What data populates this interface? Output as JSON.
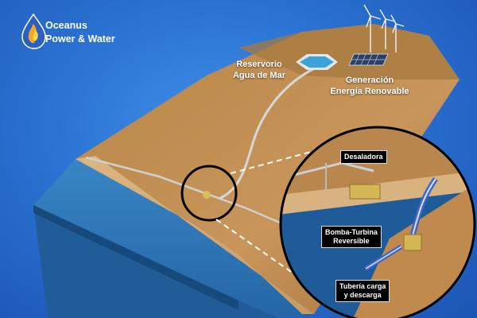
{
  "brand": {
    "line1": "Oceanus",
    "line2": "Power & Water",
    "logo_icon": "drop-flame-icon"
  },
  "labels": {
    "reservoir": [
      "Reservorio",
      "Agua de Mar"
    ],
    "renewable": [
      "Generación",
      "Energía Renovable"
    ]
  },
  "callouts": {
    "desalination": "Desaladora",
    "pump_turbine": [
      "Bomba-Turbina",
      "Reversible"
    ],
    "pipe": [
      "Tubería carga",
      "y descarga"
    ]
  },
  "colors": {
    "background": "#2b72d2",
    "sea": "#2e78b8",
    "terrain": "#b9824a",
    "callout_bg": "#000000"
  }
}
